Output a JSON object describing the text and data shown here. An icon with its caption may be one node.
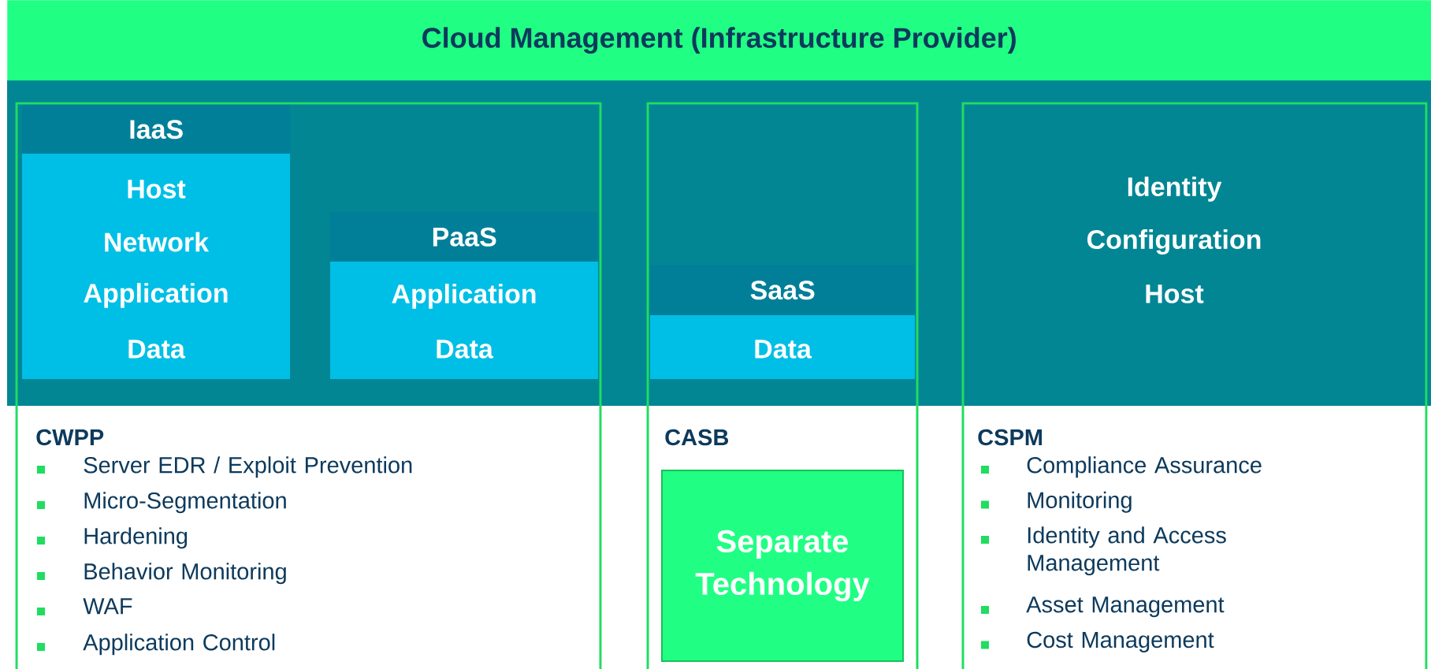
{
  "diagram": {
    "nodes": [
      {
        "text": [
          "Cloud Management (Infrastructure Provider)"
        ]
      },
      {
        "text": [
          "CWPP",
          "Server EDR / Exploit Prevention",
          "Micro-Segmentation",
          "Hardening",
          "Behavior Monitoring",
          "WAF",
          "Application Control"
        ]
      },
      {
        "text": [
          "IaaS",
          "Host",
          "Network",
          "Application",
          "Data"
        ],
        "in": 1
      },
      {
        "text": [
          "PaaS",
          "Application",
          "Data"
        ],
        "in": 1
      },
      {
        "text": [
          "CASB"
        ]
      },
      {
        "text": [
          "SaaS",
          "Data"
        ],
        "in": 4
      },
      {
        "text": [
          "Separate Technology"
        ],
        "in": 4
      },
      {
        "text": [
          "Identity",
          "Configuration",
          "Host",
          "CSPM",
          "Compliance Assurance",
          "Monitoring",
          "Identity and Access Management",
          "Asset Management",
          "Cost Management"
        ]
      }
    ]
  }
}
